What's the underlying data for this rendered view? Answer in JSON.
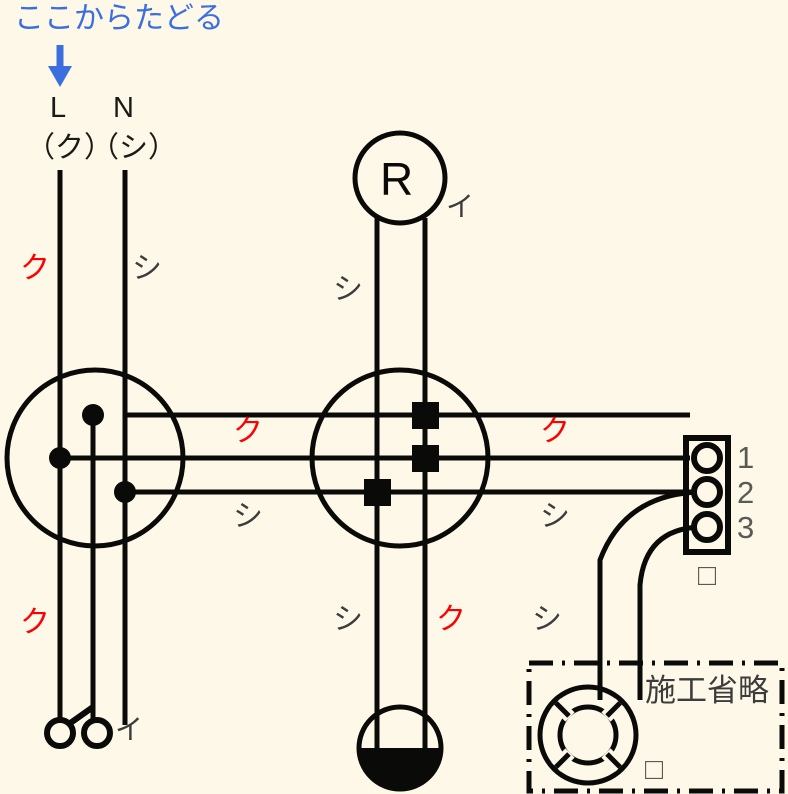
{
  "diagram": {
    "title_note": "ここからたどる",
    "title_note_color": "#3B6FE0",
    "background_color": "#FDF8E8",
    "wire_color": "#0A0A08",
    "hot_label_color": "#FF0000",
    "neutral_label_color": "#3C3C3C"
  },
  "source": {
    "live_terminal": "L",
    "live_color_code": "（ク）",
    "neutral_terminal": "N",
    "neutral_color_code": "（シ）"
  },
  "wire_labels": {
    "live_upper_left": "ク",
    "neutral_upper_left": "シ",
    "live_lower_left": "ク",
    "live_mid_top": "ク",
    "neutral_mid_bottom": "シ",
    "neutral_relay_drop": "シ",
    "live_right": "ク",
    "neutral_right": "シ",
    "neutral_outlet_left": "シ",
    "live_outlet_right": "ク",
    "neutral_to_ceiling": "シ"
  },
  "devices": {
    "relay": {
      "symbol": "R",
      "tag": "イ"
    },
    "switch": {
      "tag": "イ"
    },
    "terminal_block": {
      "terminals": [
        "1",
        "2",
        "3"
      ],
      "badge": "□"
    },
    "ceiling_outlet": {
      "note": "施工省略",
      "badge": "□"
    }
  }
}
